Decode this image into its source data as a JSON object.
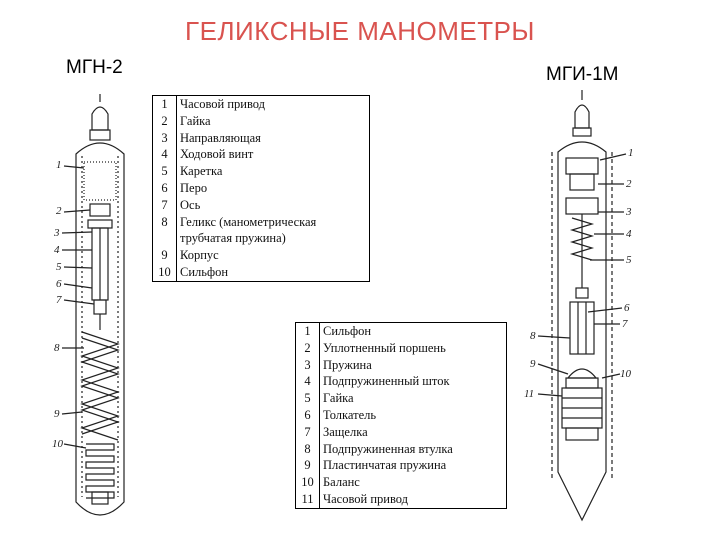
{
  "title": "ГЕЛИКСНЫЕ МАНОМЕТРЫ",
  "left_device": {
    "name": "МГН-2",
    "callouts": [
      "1",
      "2",
      "3",
      "4",
      "5",
      "6",
      "7",
      "8",
      "9",
      "10"
    ]
  },
  "right_device": {
    "name": "МГИ-1М",
    "callouts": [
      "1",
      "2",
      "3",
      "4",
      "5",
      "6",
      "7",
      "8",
      "9",
      "10",
      "11"
    ]
  },
  "legend_left": [
    {
      "num": "1",
      "text": "Часовой привод"
    },
    {
      "num": "2",
      "text": "Гайка"
    },
    {
      "num": "3",
      "text": "Направляющая"
    },
    {
      "num": "4",
      "text": "Ходовой винт"
    },
    {
      "num": "5",
      "text": "Каретка"
    },
    {
      "num": "6",
      "text": "Перо"
    },
    {
      "num": "7",
      "text": "Ось"
    },
    {
      "num": "8",
      "text": "Геликс (манометрическая трубчатая пружина)"
    },
    {
      "num": "9",
      "text": "Корпус"
    },
    {
      "num": "10",
      "text": "Сильфон"
    }
  ],
  "legend_right": [
    {
      "num": "1",
      "text": "Сильфон"
    },
    {
      "num": "2",
      "text": "Уплотненный поршень"
    },
    {
      "num": "3",
      "text": "Пружина"
    },
    {
      "num": "4",
      "text": "Подпружиненный шток"
    },
    {
      "num": "5",
      "text": "Гайка"
    },
    {
      "num": "6",
      "text": "Толкатель"
    },
    {
      "num": "7",
      "text": "Защелка"
    },
    {
      "num": "8",
      "text": "Подпружиненная втулка"
    },
    {
      "num": "9",
      "text": "Пластинчатая пружина"
    },
    {
      "num": "10",
      "text": "Баланс"
    },
    {
      "num": "11",
      "text": "Часовой привод"
    }
  ],
  "colors": {
    "title": "#d9534f",
    "line": "#222222"
  }
}
